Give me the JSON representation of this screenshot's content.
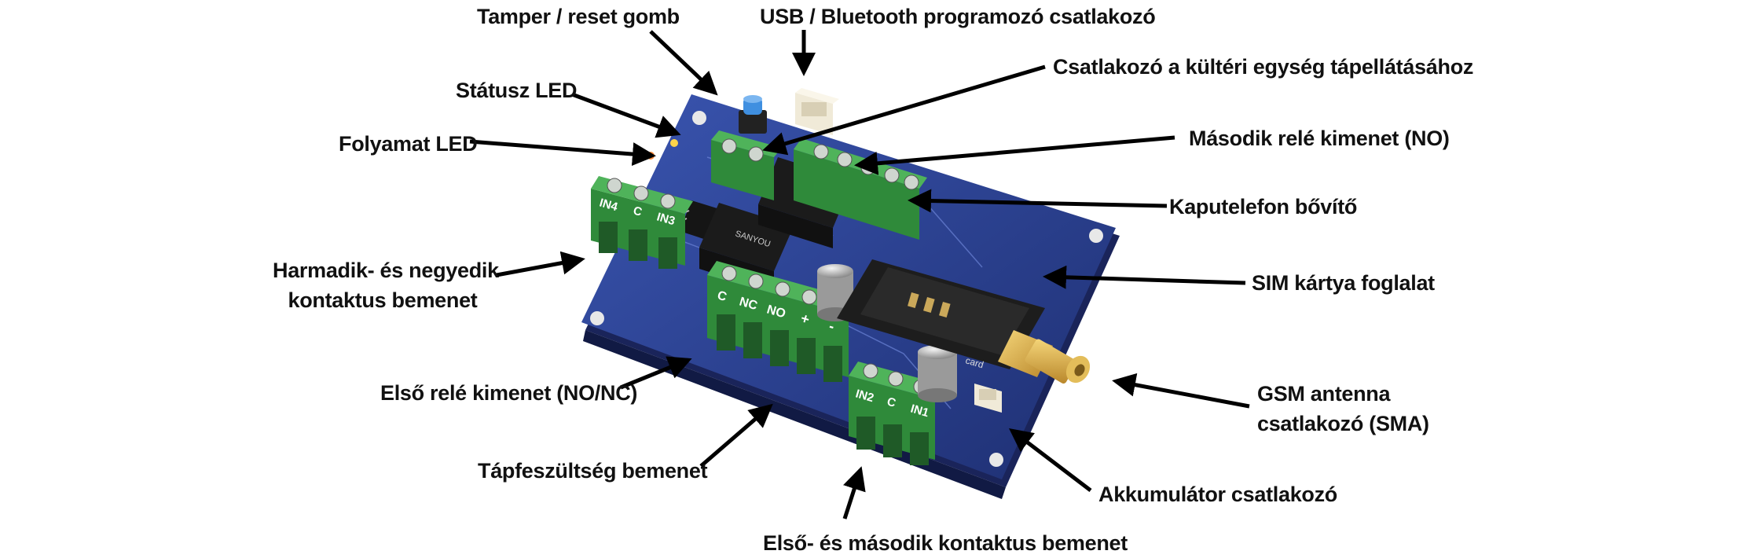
{
  "labels": {
    "tamper": "Tamper / reset gomb",
    "usb": "USB / Bluetooth programozó csatlakozó",
    "outdoor_power": "Csatlakozó a kültéri egység tápellátásához",
    "status_led": "Státusz LED",
    "progress_led": "Folyamat LED",
    "relay2": "Második relé kimenet (NO)",
    "intercom": "Kaputelefon bővítő",
    "input34_line1": "Harmadik- és negyedik",
    "input34_line2": "kontaktus bemenet",
    "sim": "SIM kártya foglalat",
    "relay1": "Első relé kimenet (NO/NC)",
    "antenna_line1": "GSM antenna",
    "antenna_line2": "csatlakozó (SMA)",
    "power_in": "Tápfeszültség bemenet",
    "battery": "Akkumulátor csatlakozó",
    "input12": "Első- és második  kontaktus bemenet"
  },
  "terminals": {
    "left_block": [
      "IN4",
      "C",
      "IN3"
    ],
    "front_block": [
      "C",
      "NC",
      "NO",
      "+",
      "-"
    ],
    "bottom_block": [
      "IN2",
      "C",
      "IN1"
    ]
  },
  "board_text": {
    "relay_brand": "SANYOU",
    "sim_label": "card"
  },
  "colors": {
    "pcb": "#2b3f8c",
    "terminal": "#2f8a3a",
    "arrow": "#000000"
  }
}
